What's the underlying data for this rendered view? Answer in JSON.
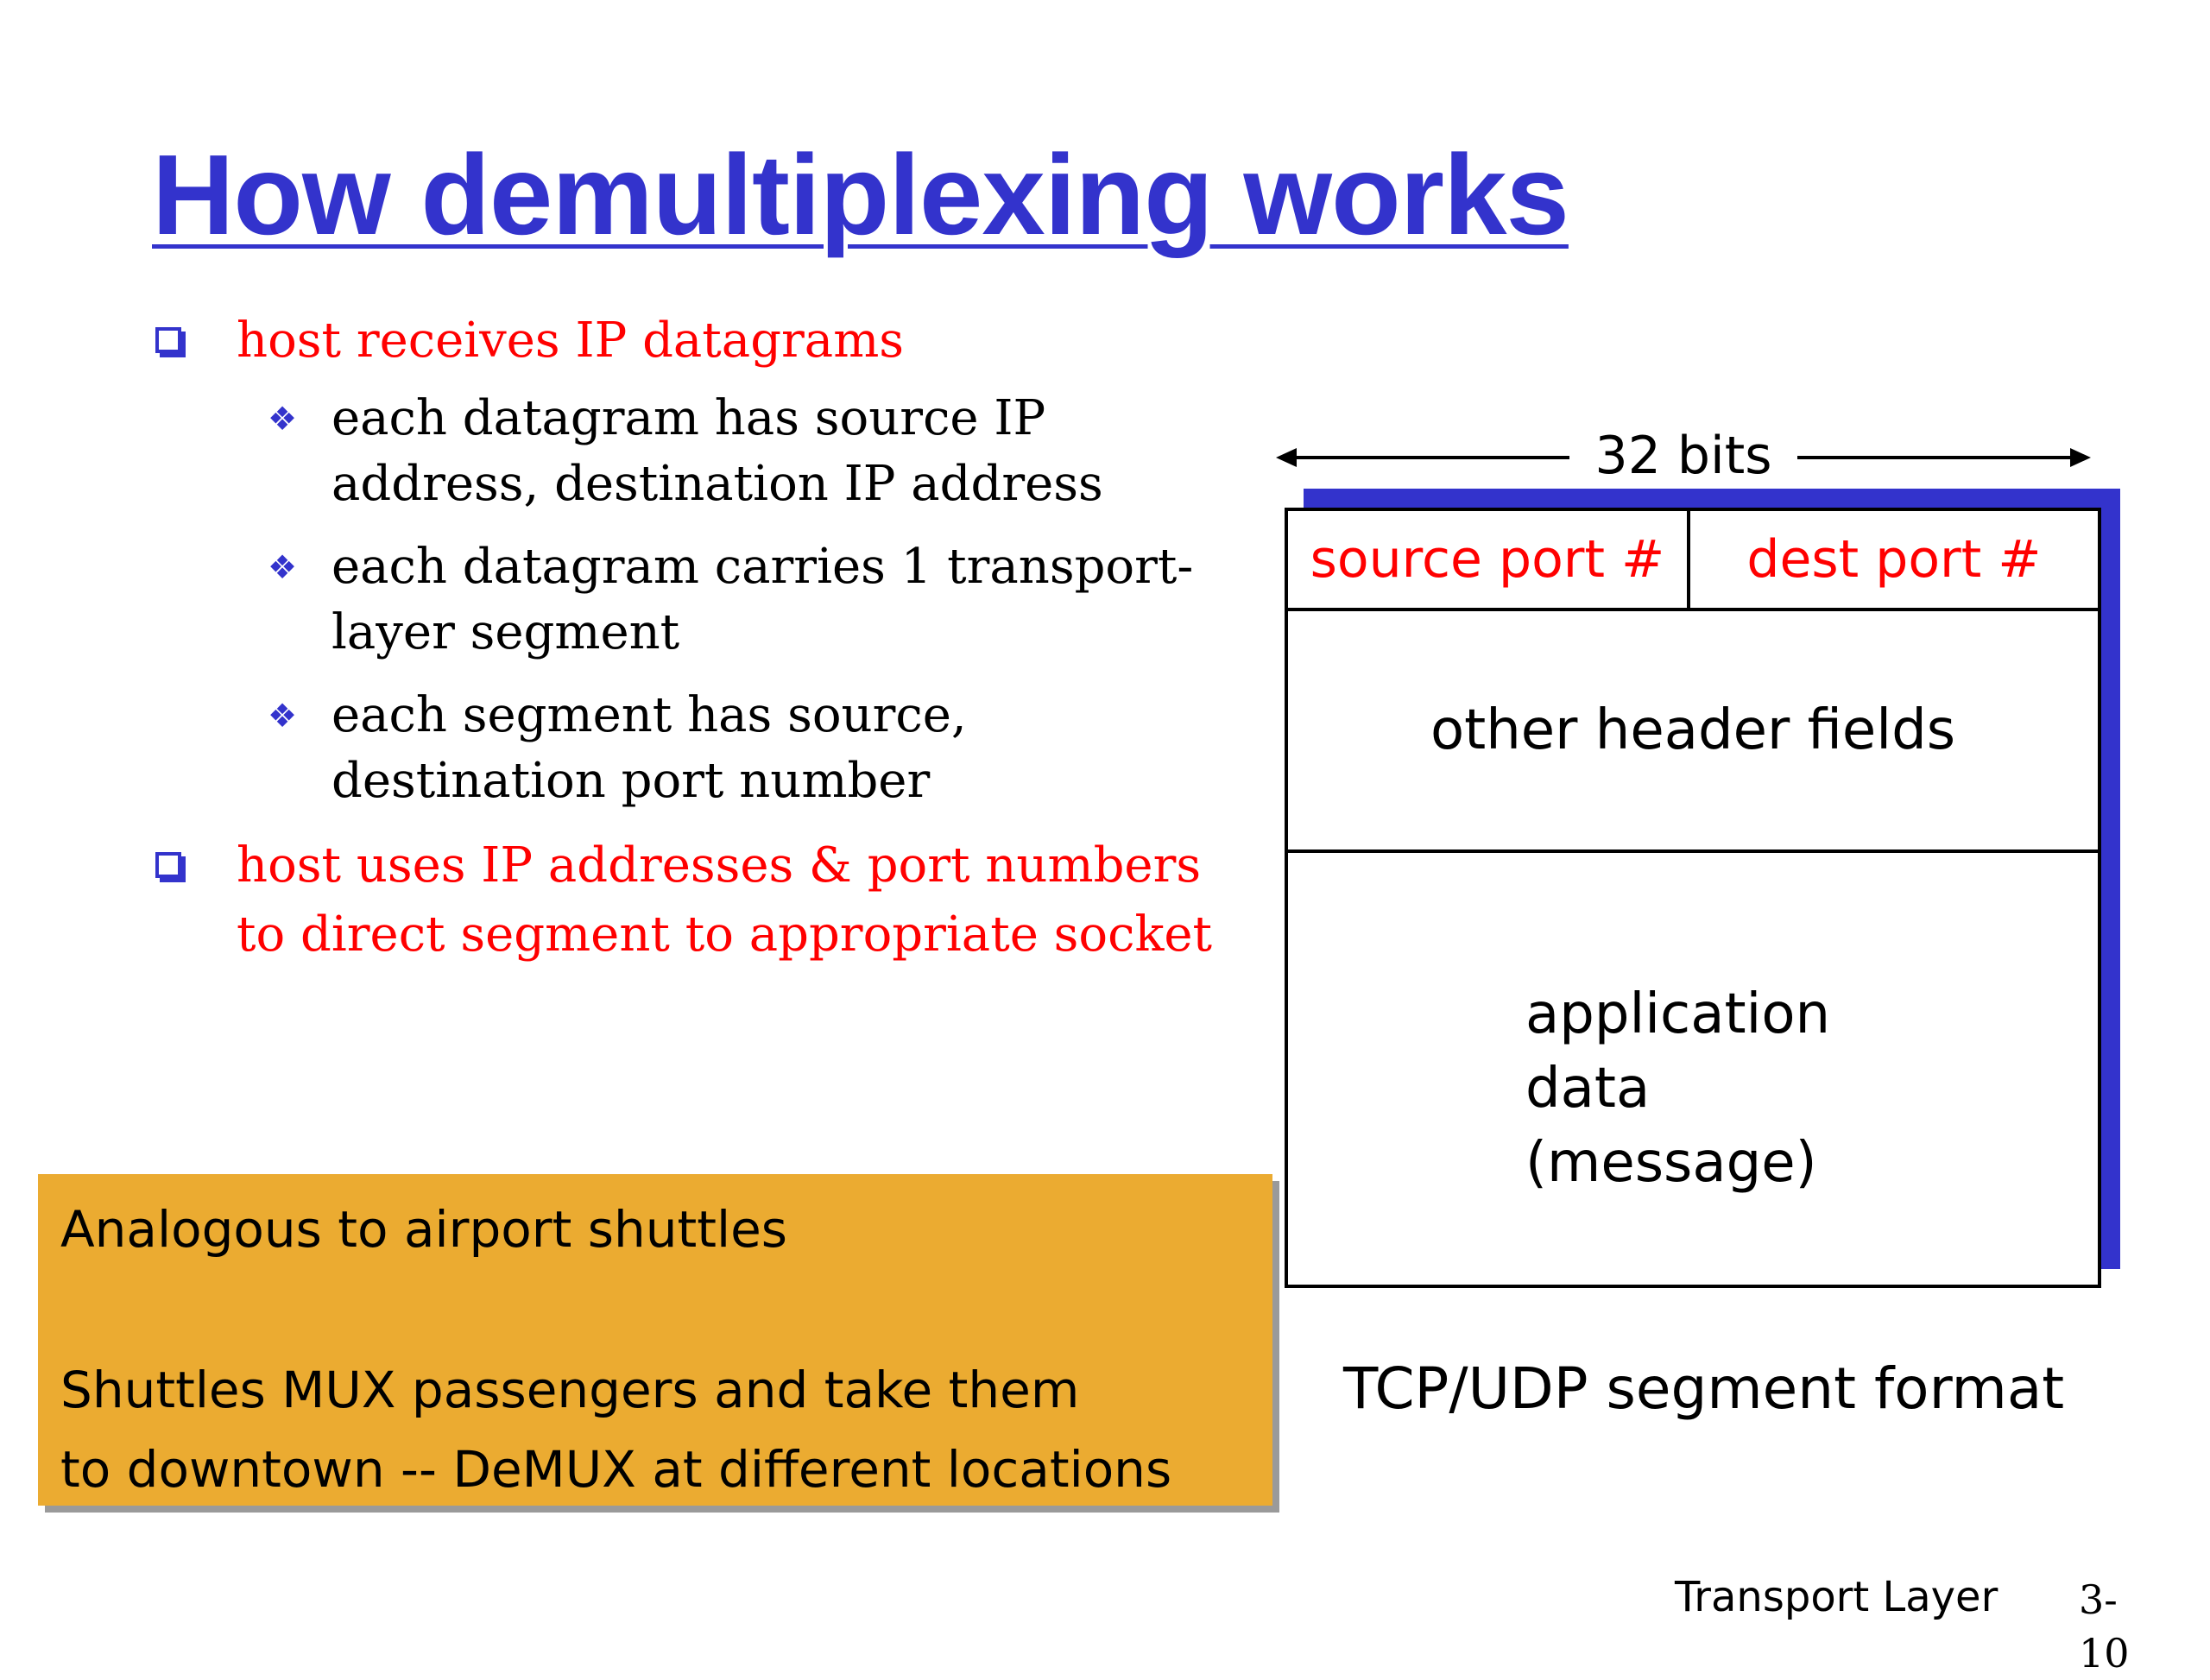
{
  "slide": {
    "title": "How demultiplexing works",
    "bullets": [
      {
        "text": "host receives IP datagrams",
        "sub": [
          {
            "lines": [
              "each datagram has source IP",
              "address, destination IP address"
            ]
          },
          {
            "lines": [
              "each datagram carries 1 transport-",
              "layer segment"
            ]
          },
          {
            "lines": [
              "each segment has source,",
              "destination port number"
            ]
          }
        ]
      },
      {
        "lines": [
          "host uses IP addresses & port numbers",
          "to direct segment to appropriate socket"
        ]
      }
    ],
    "diagram": {
      "width_label": "32 bits",
      "source_port": "source port #",
      "dest_port": "dest port #",
      "other_fields": "other header fields",
      "payload_lines": [
        "application",
        "data",
        "(message)"
      ],
      "caption": "TCP/UDP segment format"
    },
    "analogy_box": {
      "line1": "Analogous to airport shuttles",
      "line2": "Shuttles MUX passengers and take them",
      "line3": "to downtown -- DeMUX at different locations"
    },
    "footer": {
      "label": "Transport Layer",
      "page_top": "3-",
      "page_bottom": "10"
    },
    "colors": {
      "title": "#3333cc",
      "primary_bullet_text": "#ff0000",
      "bullet_marks": "#3333cc",
      "analogy_background": "#ebab31",
      "segment_shadow": "#3333cc"
    }
  }
}
